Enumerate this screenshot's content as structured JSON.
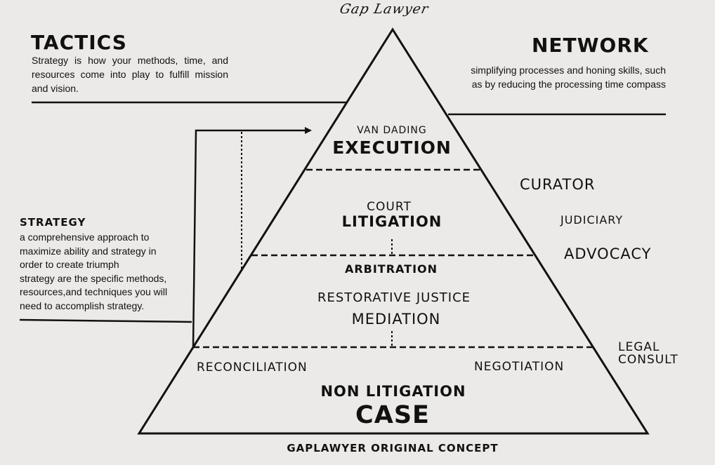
{
  "logo": "Gap Lawyer",
  "tactics": {
    "title": "TACTICS",
    "body": "Strategy is how your methods, time, and resources come into play to fulfill mission and vision."
  },
  "network": {
    "title": "NETWORK",
    "body": "simplifying processes and honing skills, such as by reducing the processing time compass"
  },
  "strategy": {
    "title": "STRATEGY",
    "line1": "a comprehensive approach to",
    "line2": "maximize ability and strategy in",
    "line3": "order to create triumph",
    "line4": "strategy are the specific methods,",
    "line5": "resources,and techniques you will",
    "line6": "need to accomplish strategy."
  },
  "pyramid": {
    "tier1_sub": "VAN DADING",
    "tier1_main": "EXECUTION",
    "tier2_sub": "COURT",
    "tier2_main": "LITIGATION",
    "tier3_top": "ARBITRATION",
    "tier3_sub": "RESTORATIVE JUSTICE",
    "tier3_main": "MEDIATION",
    "tier4_left": "RECONCILIATION",
    "tier4_right": "NEGOTIATION",
    "tier4_main": "NON LITIGATION",
    "tier4_base": "CASE"
  },
  "side_labels": {
    "curator": "CURATOR",
    "judiciary": "JUDICIARY",
    "advocacy": "ADVOCACY",
    "legal": "LEGAL",
    "consult": "CONSULT"
  },
  "footer": "GAPLAWYER ORIGINAL CONCEPT"
}
